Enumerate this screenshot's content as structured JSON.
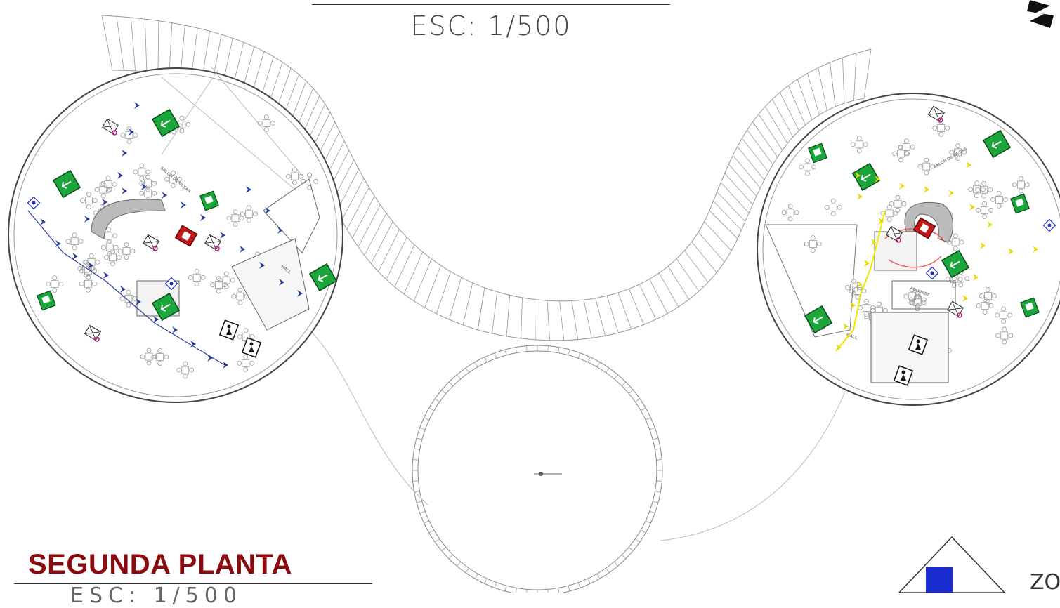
{
  "header": {
    "scale_label": "ESC: 1/500"
  },
  "footer": {
    "plan_title": "SEGUNDA PLANTA",
    "scale_label": "ESC: 1/500",
    "zone_label": "ZO"
  },
  "rooms": {
    "salon_left": "SALON DE MESAS",
    "salon_right": "SALON DE MESAS",
    "hall_left": "HALL",
    "hall_right": "HALL",
    "administ": "ADMINIST."
  },
  "legend": {
    "evacuation_route_left_color": "#2b3f9a",
    "evacuation_route_right_color": "#f2e500",
    "fire_zone_color": "#ef5a5a",
    "exit_sign_color": "#1aa63a",
    "extinguisher_color": "#c01818",
    "logo_color": "#1b2ccf",
    "title_color": "#8a0a0f"
  },
  "icons": [
    "north-arrow-icon",
    "exit-sign-icon",
    "safe-zone-sign-icon",
    "extinguisher-icon",
    "alarm-icon",
    "emergency-light-icon",
    "restroom-woman-icon",
    "restroom-man-icon"
  ]
}
